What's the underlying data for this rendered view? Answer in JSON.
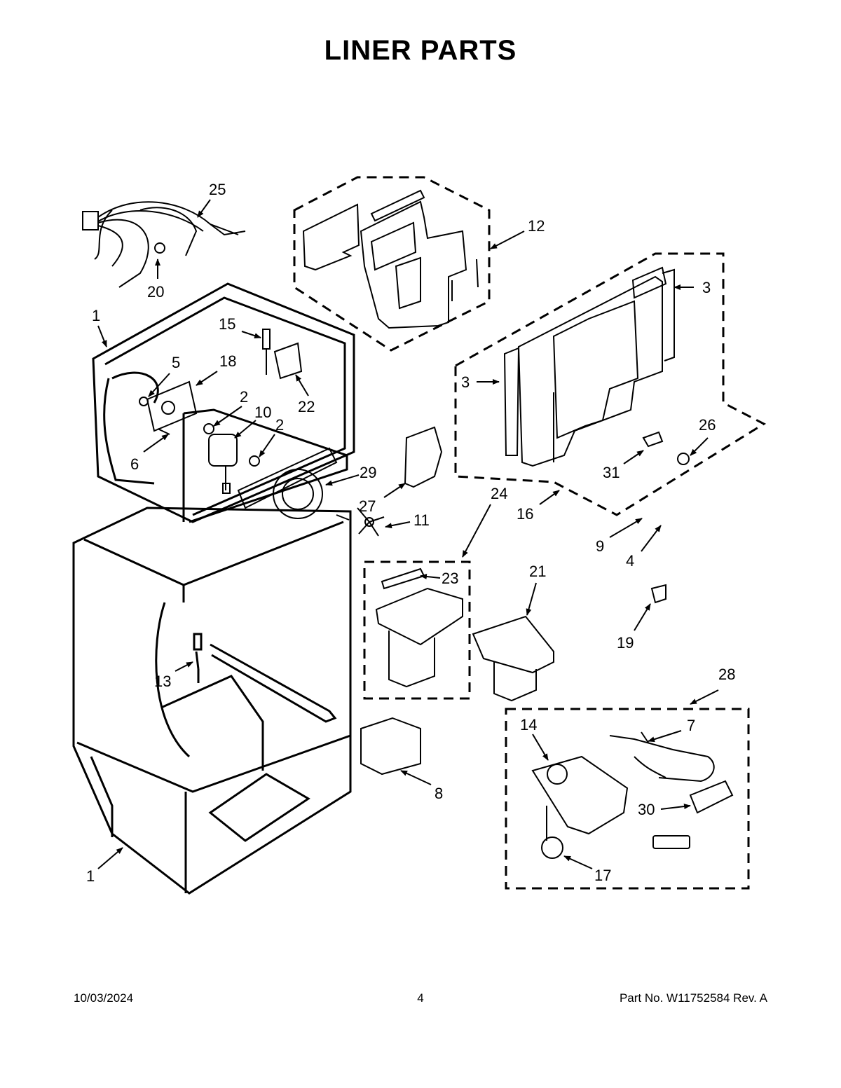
{
  "title": "LINER PARTS",
  "callouts": {
    "c25": "25",
    "c20": "20",
    "c12": "12",
    "c3a": "3",
    "c3b": "3",
    "c1a": "1",
    "c15": "15",
    "c5": "5",
    "c18": "18",
    "c2a": "2",
    "c10": "10",
    "c2b": "2",
    "c22": "22",
    "c6": "6",
    "c29": "29",
    "c27": "27",
    "c24": "24",
    "c26": "26",
    "c31": "31",
    "c16": "16",
    "c11": "11",
    "c9": "9",
    "c4": "4",
    "c23": "23",
    "c21": "21",
    "c19": "19",
    "c13": "13",
    "c28": "28",
    "c14": "14",
    "c7": "7",
    "c8": "8",
    "c30": "30",
    "c17": "17",
    "c1b": "1"
  },
  "footer": {
    "date": "10/03/2024",
    "page": "4",
    "part_no": "Part No.  W11752584  Rev.  A"
  }
}
